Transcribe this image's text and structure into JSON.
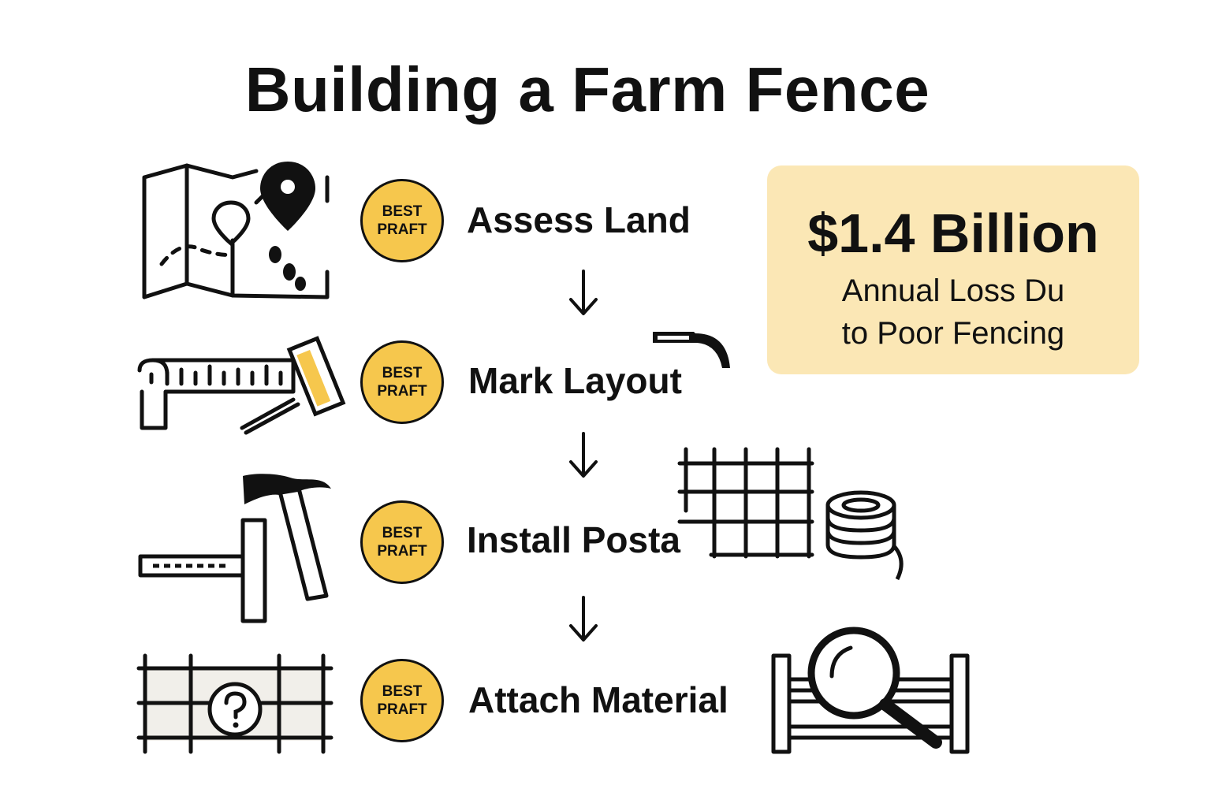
{
  "title": "Building a Farm Fence",
  "badge": {
    "line1": "BEST",
    "line2": "PRAFT"
  },
  "steps": [
    {
      "label": "Assess Land"
    },
    {
      "label": "Mark Layout"
    },
    {
      "label": "Install Posta"
    },
    {
      "label": "Attach Material"
    }
  ],
  "stat": {
    "value": "$1.4 Billion",
    "line1": "Annual Loss Du",
    "line2": "to Poor Fencing"
  },
  "icons": [
    "map-location-icon",
    "tape-measure-icon",
    "hammer-post-icon",
    "fence-grid-icon",
    "wire-coil-icon",
    "fence-question-icon",
    "fence-magnifier-icon",
    "marker-tool-icon"
  ],
  "colors": {
    "badge": "#f6c74d",
    "stat_background": "#fbe7b5",
    "ink": "#111111"
  }
}
